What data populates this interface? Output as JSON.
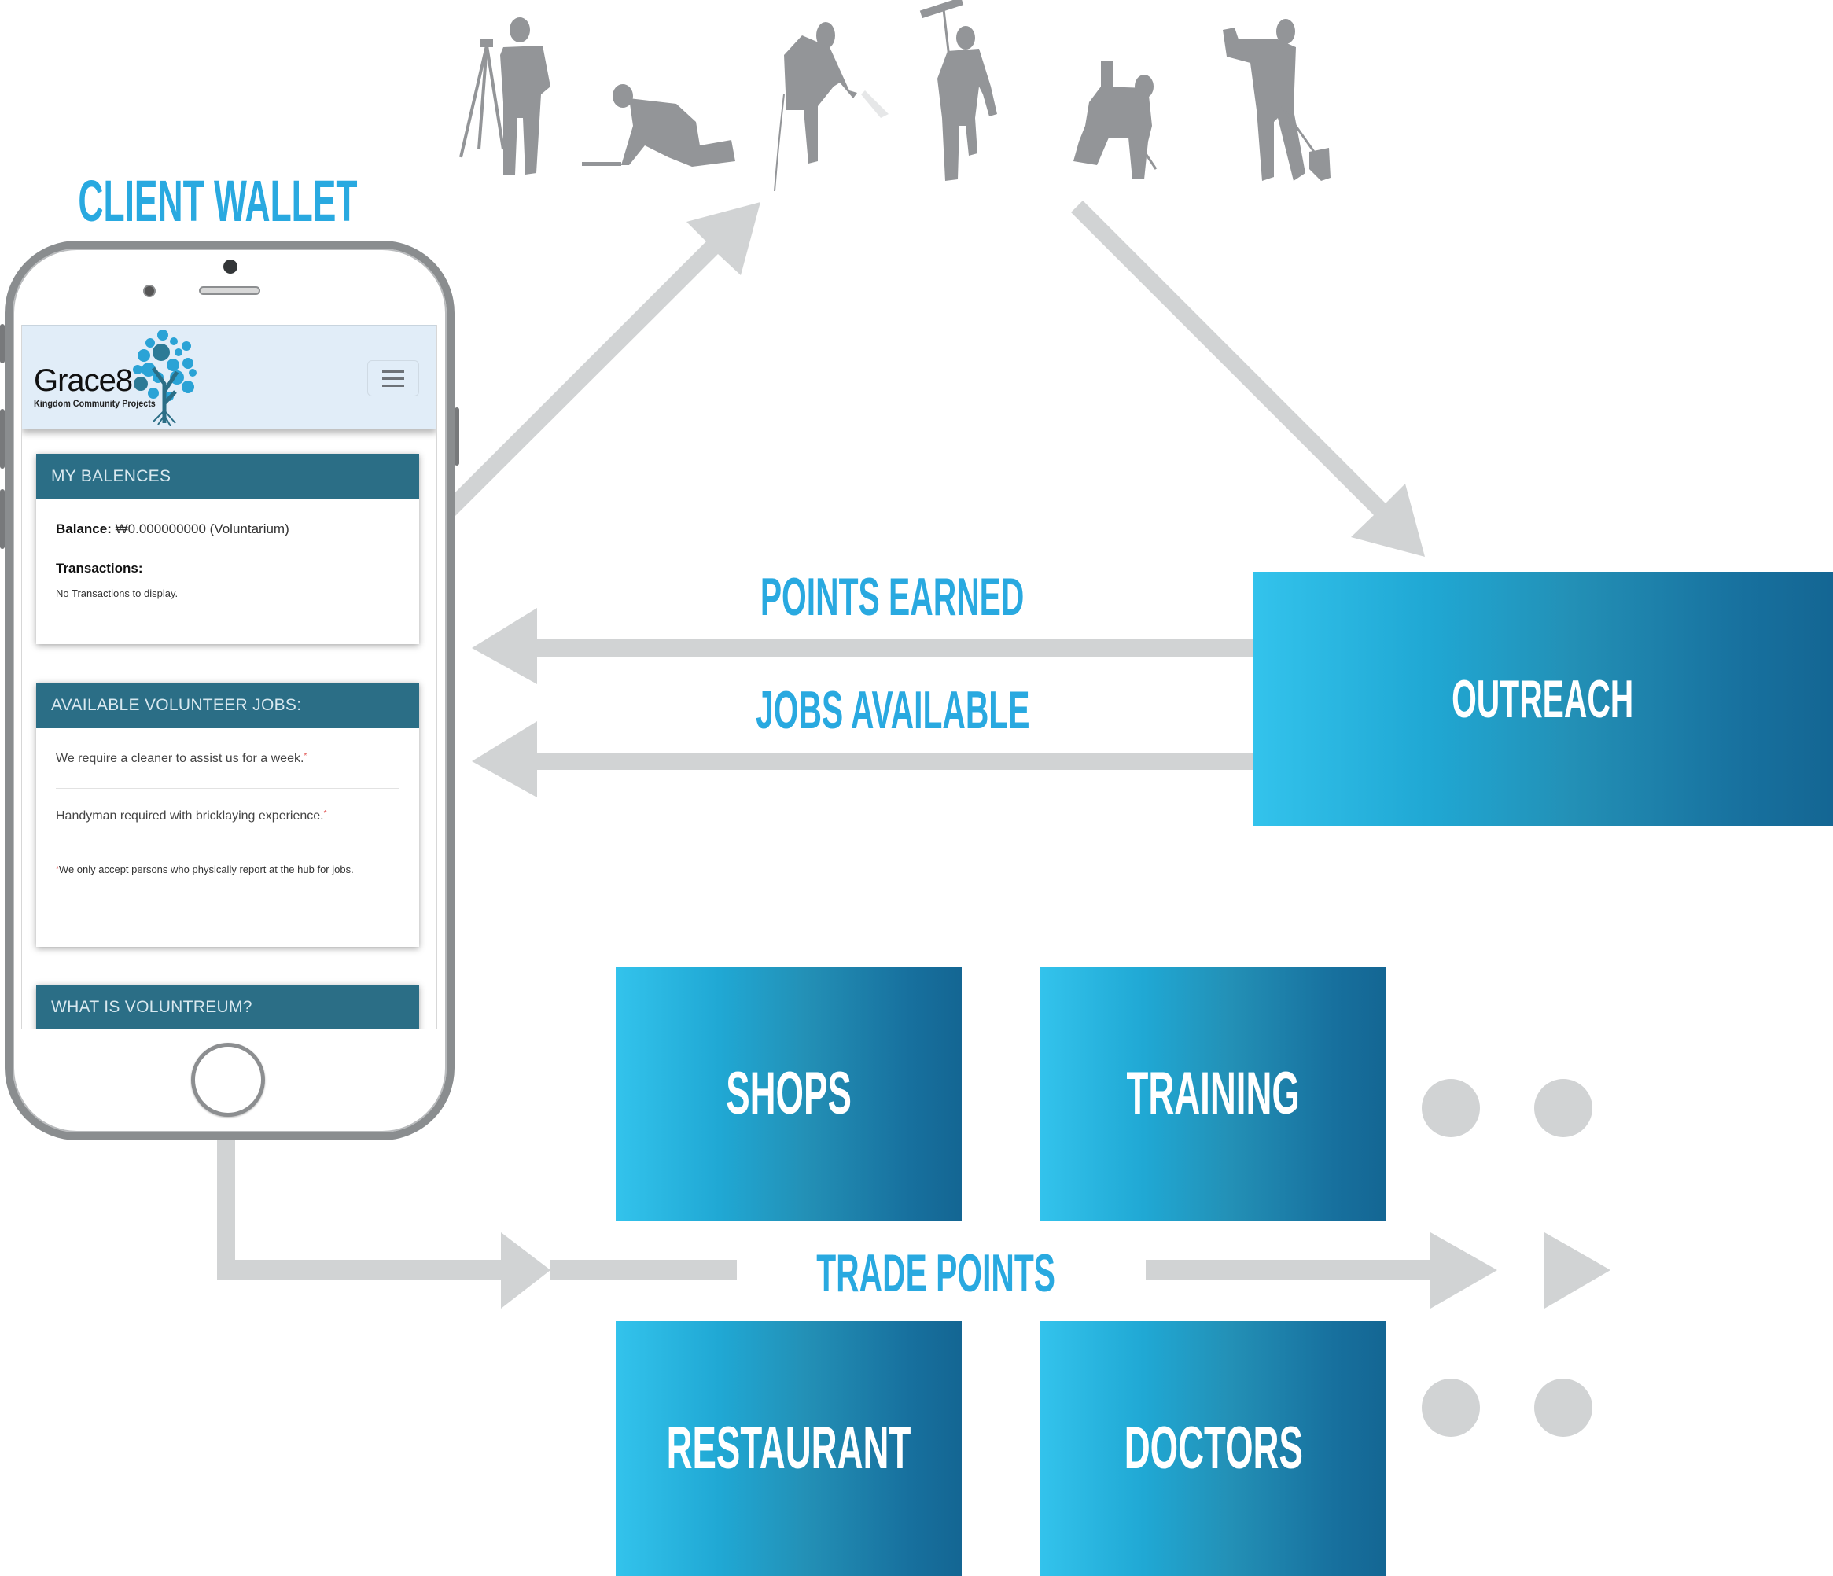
{
  "diagram": {
    "title": "CLIENT WALLET",
    "flows": {
      "points_earned": "POINTS EARNED",
      "jobs_available": "JOBS AVAILABLE",
      "trade_points": "TRADE POINTS"
    },
    "outreach": "OUTREACH",
    "partners": [
      "SHOPS",
      "TRAINING",
      "RESTAURANT",
      "DOCTORS"
    ],
    "workers": [
      "surveyor-with-tripod",
      "kneeling-tiler",
      "painter-with-sprayer",
      "cleaner-with-brush-pole",
      "kneeling-carpenter-with-hammer",
      "digger-with-shovel"
    ],
    "colors": {
      "label_blue": "#29a9e0",
      "arrow_gray": "#d1d3d4",
      "silhouette_gray": "#939598",
      "box_gradient_start": "#33c3ec",
      "box_gradient_end": "#146693"
    }
  },
  "wallet_app": {
    "brand": "Grace8",
    "tagline": "Kingdom Community Projects",
    "menu_icon": "hamburger-icon",
    "balances": {
      "header": "MY BALENCES",
      "balance_label": "Balance:",
      "balance_value": "₩0.000000000 (Voluntarium)",
      "transactions_label": "Transactions:",
      "transactions_empty": "No Transactions to display."
    },
    "jobs": {
      "header": "AVAILABLE VOLUNTEER JOBS:",
      "items": [
        "We require a cleaner to assist us for a week.",
        "Handyman required with bricklaying experience."
      ],
      "footnote": "We only accept persons who physically report at the hub for jobs.",
      "footnote_marker": "*"
    },
    "about": {
      "header": "WHAT IS VOLUNTREUM?"
    }
  }
}
